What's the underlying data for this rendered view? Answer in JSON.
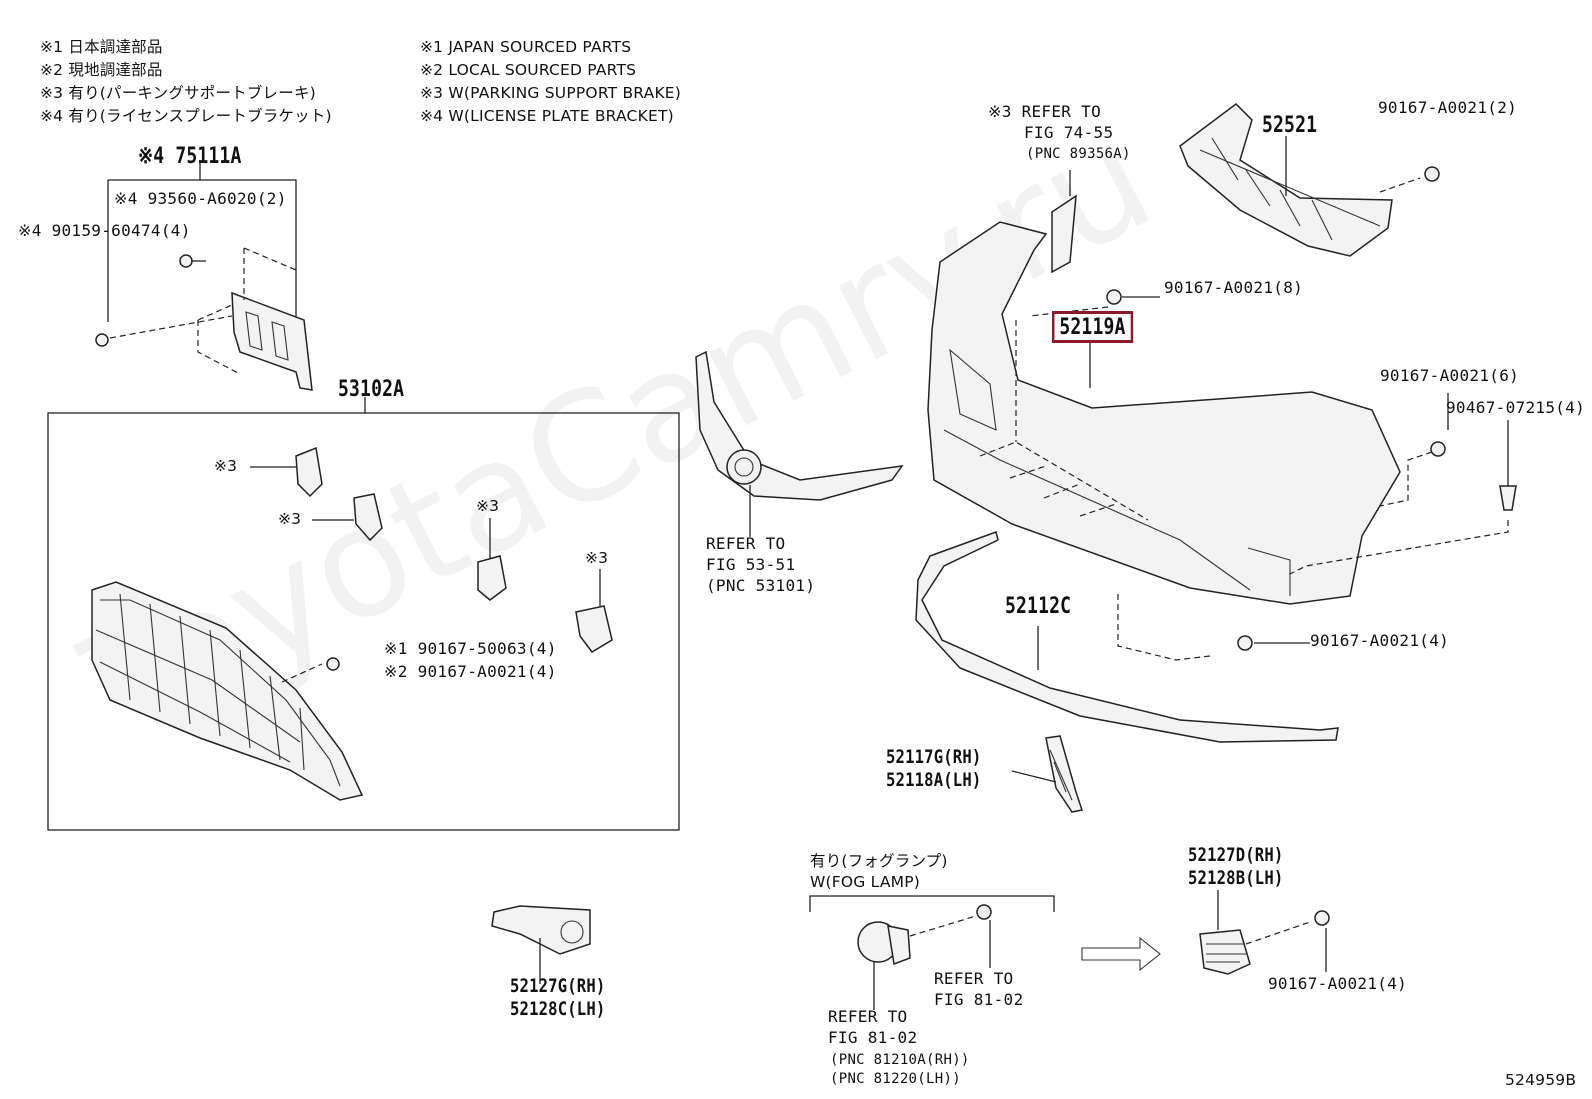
{
  "legend_jp": [
    "※1 日本調達部品",
    "※2 現地調達部品",
    "※3 有り(パーキングサポートブレーキ)",
    "※4 有り(ライセンスプレートブラケット)"
  ],
  "legend_en": [
    "※1 JAPAN SOURCED PARTS",
    "※2 LOCAL SOURCED PARTS",
    "※3 W(PARKING SUPPORT BRAKE)",
    "※4 W(LICENSE PLATE BRACKET)"
  ],
  "watermark": "ToyotaCamry.ru",
  "license_group": {
    "main": "※4 75111A",
    "bolt": "※4 93560-A6020(2)",
    "screw": "※4 90159-60474(4)"
  },
  "grille_group": {
    "box_label": "53102A",
    "sensor_marks": [
      "※3",
      "※3",
      "※3",
      "※3"
    ],
    "clip_jp": "※1 90167-50063(4)",
    "clip_local": "※2 90167-A0021(4)"
  },
  "upper_refer": {
    "line1": "※3 REFER TO",
    "line2": "FIG 74-55",
    "line3": "(PNC 89356A)"
  },
  "retainer": {
    "part": "52521",
    "clip": "90167-A0021(2)"
  },
  "bumper": {
    "part": "52119A",
    "clip_top": "90167-A0021(8)",
    "clip_side": "90167-A0021(6)",
    "fastener": "90467-07215(4)",
    "clip_bottom": "90167-A0021(4)"
  },
  "grille_refer": {
    "line1": "REFER TO",
    "line2": "FIG 53-51",
    "line3": "(PNC 53101)"
  },
  "lower_molding": {
    "part": "52112C"
  },
  "reflector": {
    "rh": "52117G(RH)",
    "lh": "52118A(LH)"
  },
  "fog_cover_lower": {
    "rh": "52127G(RH)",
    "lh": "52128C(LH)"
  },
  "fog_group": {
    "title_jp": "有り(フォグランプ)",
    "title_en": "W(FOG LAMP)",
    "refer_right_1": "REFER TO",
    "refer_right_2": "FIG 81-02",
    "refer_left_1": "REFER TO",
    "refer_left_2": "FIG 81-02",
    "refer_left_3": "(PNC 81210A(RH))",
    "refer_left_4": "(PNC 81220(LH))"
  },
  "fog_cover_right": {
    "rh": "52127D(RH)",
    "lh": "52128B(LH)",
    "clip": "90167-A0021(4)"
  },
  "figure_id": "524959B"
}
